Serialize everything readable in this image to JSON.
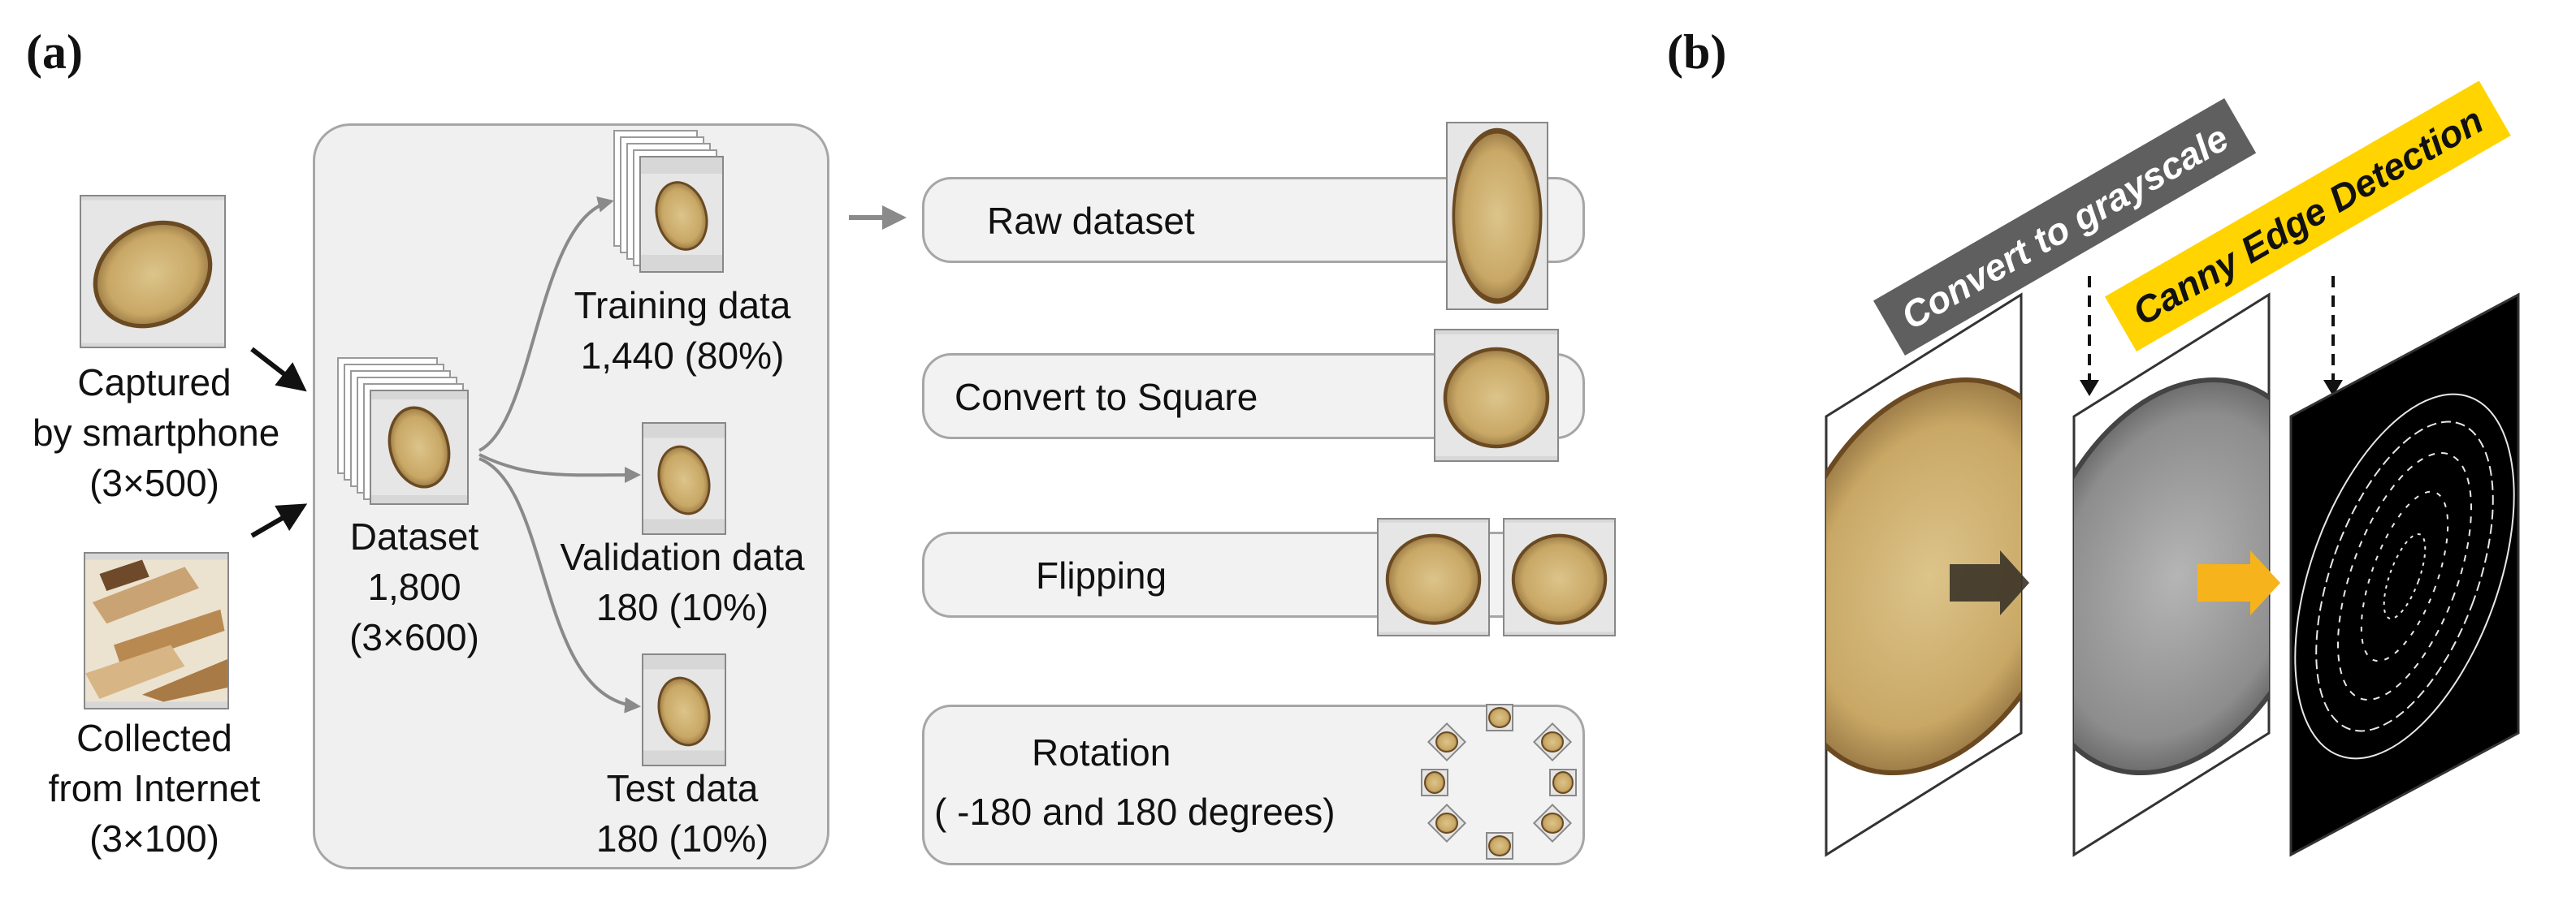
{
  "panel_a": {
    "label": "(a)",
    "sources": [
      {
        "lines": [
          "Captured",
          "by smartphone",
          "(3×500)"
        ]
      },
      {
        "lines": [
          "Collected",
          "from Internet",
          "(3×100)"
        ]
      }
    ],
    "dataset": {
      "lines": [
        "Dataset",
        "1,800",
        "(3×600)"
      ]
    },
    "splits": [
      {
        "lines": [
          "Training data",
          "1,440 (80%)"
        ]
      },
      {
        "lines": [
          "Validation data",
          "180 (10%)"
        ]
      },
      {
        "lines": [
          "Test data",
          "180 (10%)"
        ]
      }
    ],
    "steps": [
      {
        "label": "Raw dataset"
      },
      {
        "label": "Convert to Square"
      },
      {
        "label": "Flipping"
      },
      {
        "label": "Rotation",
        "sublabel": "( -180 and 180 degrees)"
      }
    ]
  },
  "panel_b": {
    "label": "(b)",
    "banners": [
      "Convert to grayscale",
      "Canny Edge Detection"
    ],
    "colors": {
      "gray_banner": "#5f5f5f",
      "yellow_banner": "#ffd400",
      "yellow_arrow": "#f6b31b",
      "dark_arrow": "#3b3327"
    }
  }
}
